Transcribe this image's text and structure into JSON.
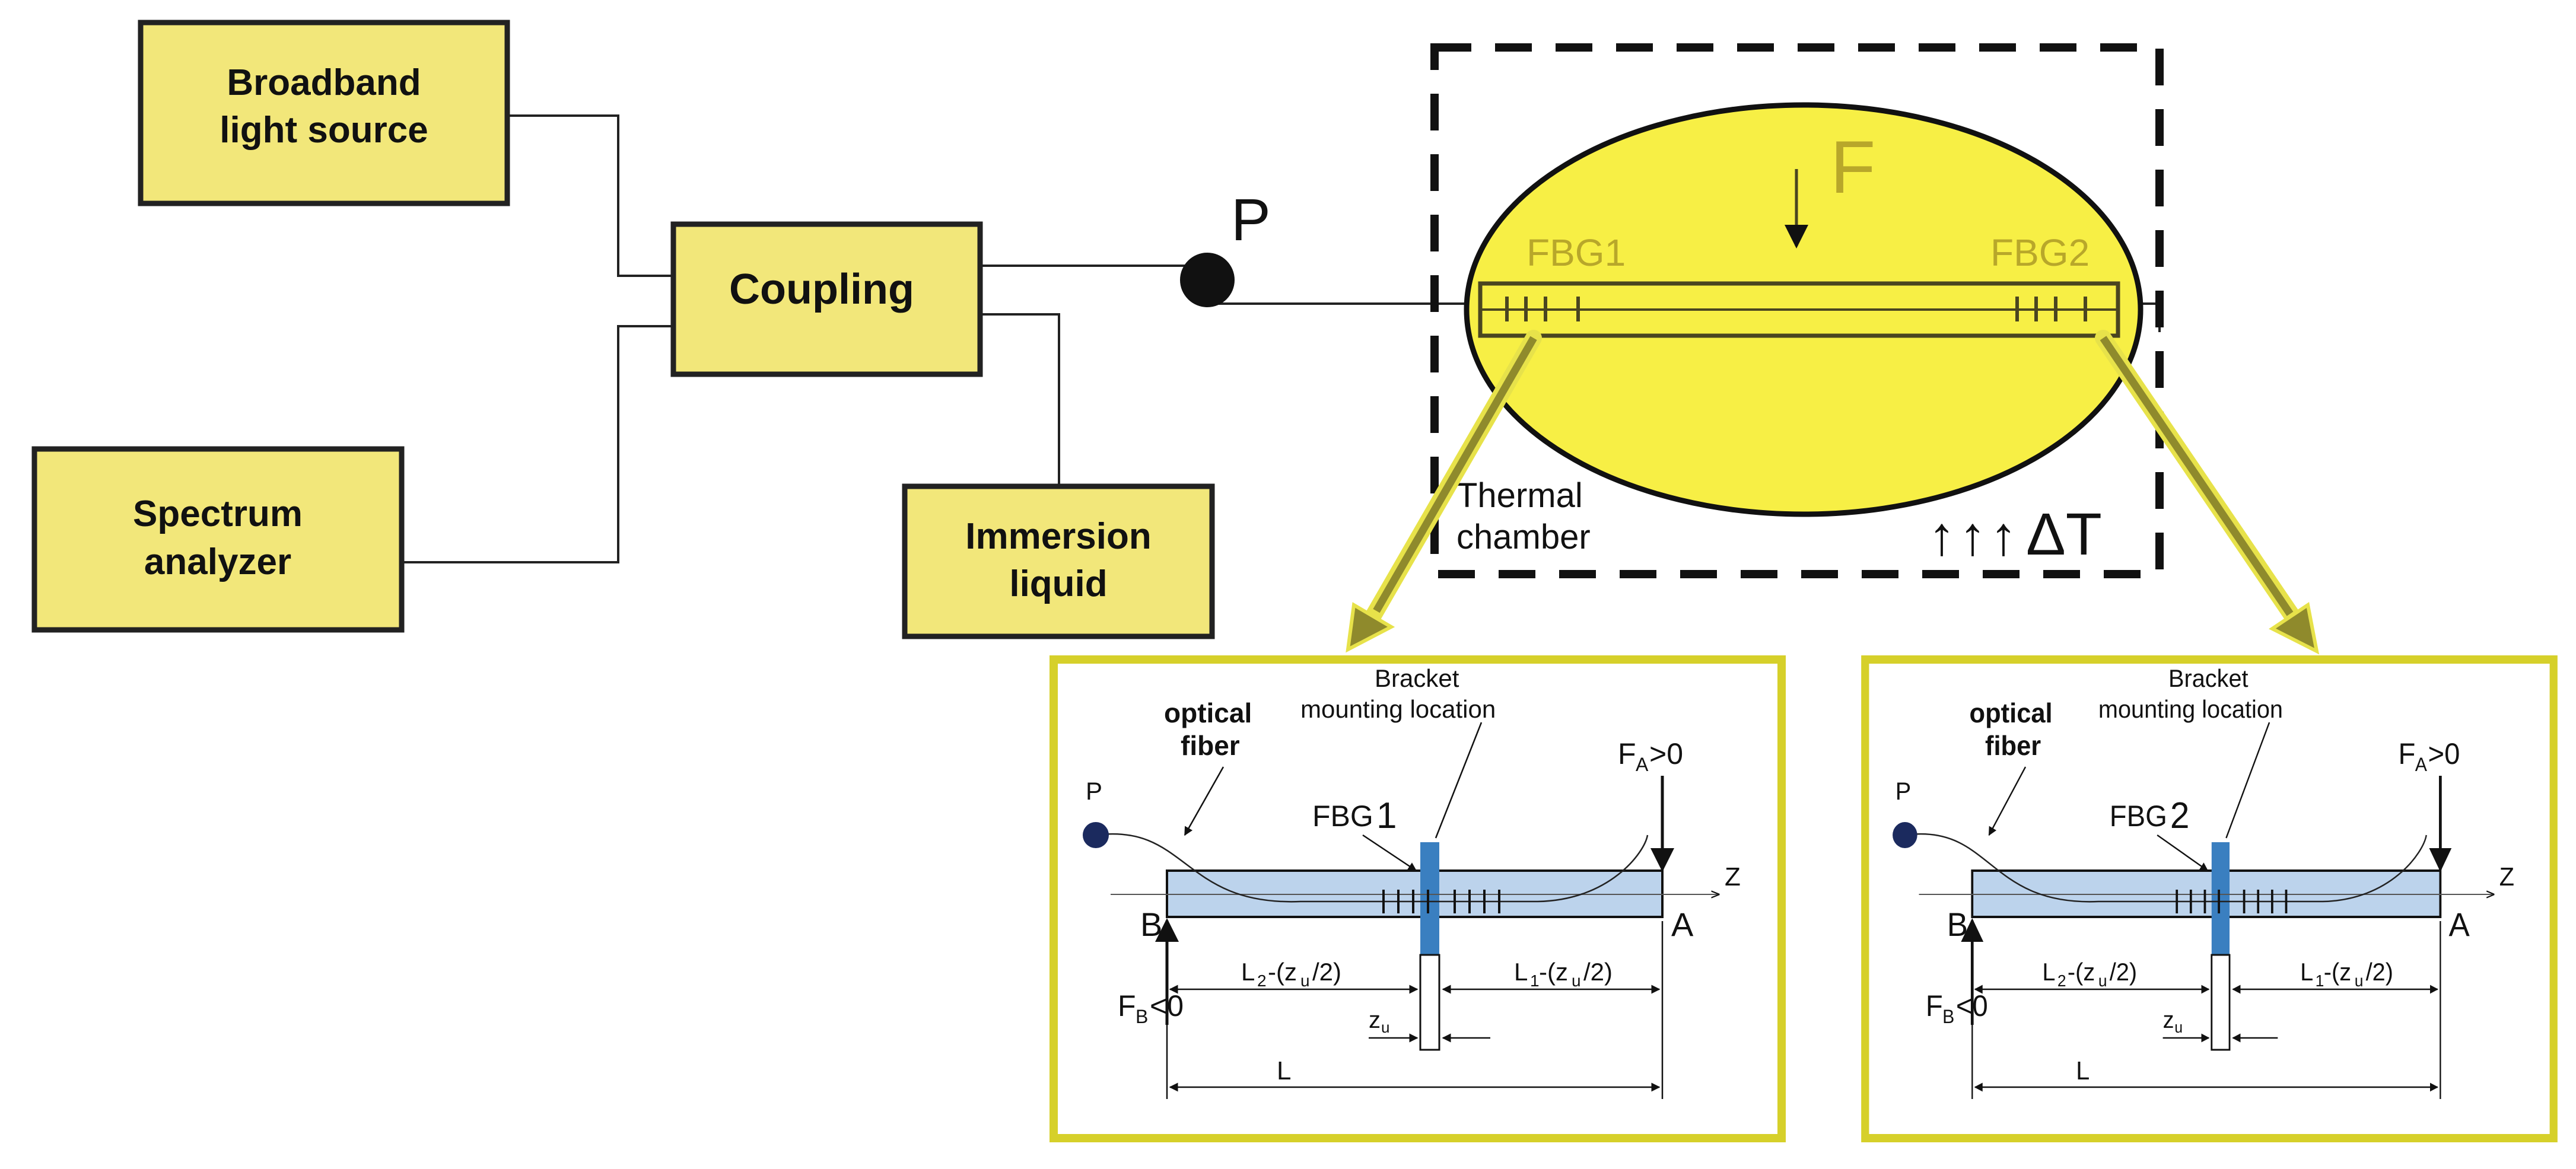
{
  "blocks": {
    "source_line1": "Broadband",
    "source_line2": "light source",
    "coupling": "Coupling",
    "spectrum_line1": "Spectrum",
    "spectrum_line2": "analyzer",
    "immersion_line1": "Immersion",
    "immersion_line2": "liquid"
  },
  "main": {
    "point_label": "P",
    "force_label": "F",
    "fbg1_label": "FBG1",
    "fbg2_label": "FBG2",
    "chamber_line1": "Thermal",
    "chamber_line2": "chamber",
    "delta_t": "ΔT",
    "temp_arrows": "↑↑↑"
  },
  "details": [
    {
      "optical_fiber_line1": "optical",
      "optical_fiber_line2": "fiber",
      "bracket_line1": "Bracket",
      "bracket_line2": "mounting location",
      "point_label": "P",
      "fbg_label": "FBG",
      "fbg_index": "1",
      "force_a": "F",
      "force_a_sub": "A",
      "force_a_cond": ">0",
      "force_b": "F",
      "force_b_sub": "B",
      "force_b_cond": "<0",
      "axis_z": "Z",
      "end_b": "B",
      "end_a": "A",
      "dim_l2_a": "L",
      "dim_l2_sub": "2",
      "dim_l2_b": "-(z",
      "dim_l2_u": "u",
      "dim_l2_c": "/2)",
      "dim_l1_a": "L",
      "dim_l1_sub": "1",
      "dim_l1_b": "-(z",
      "dim_l1_u": "u",
      "dim_l1_c": "/2)",
      "dim_zu": "z",
      "dim_zu_sub": "u",
      "dim_l": "L"
    },
    {
      "optical_fiber_line1": "optical",
      "optical_fiber_line2": "fiber",
      "bracket_line1": "Bracket",
      "bracket_line2": "mounting location",
      "point_label": "P",
      "fbg_label": "FBG",
      "fbg_index": "2",
      "force_a": "F",
      "force_a_sub": "A",
      "force_a_cond": ">0",
      "force_b": "F",
      "force_b_sub": "B",
      "force_b_cond": "<0",
      "axis_z": "Z",
      "end_b": "B",
      "end_a": "A",
      "dim_l2_a": "L",
      "dim_l2_sub": "2",
      "dim_l2_b": "-(z",
      "dim_l2_u": "u",
      "dim_l2_c": "/2)",
      "dim_l1_a": "L",
      "dim_l1_sub": "1",
      "dim_l1_b": "-(z",
      "dim_l1_u": "u",
      "dim_l1_c": "/2)",
      "dim_zu": "z",
      "dim_zu_sub": "u",
      "dim_l": "L"
    }
  ],
  "colors": {
    "block_fill": "#f2e77a",
    "ellipse_fill": "#f7ef45",
    "detail_border": "#d6d02a",
    "beam_fill": "#bcd3ec",
    "bracket_fill": "#3a7fc0",
    "label_olive": "#b8a72a",
    "arrow_olive": "#8f8a2c",
    "point_dark": "#1b2a5e"
  }
}
